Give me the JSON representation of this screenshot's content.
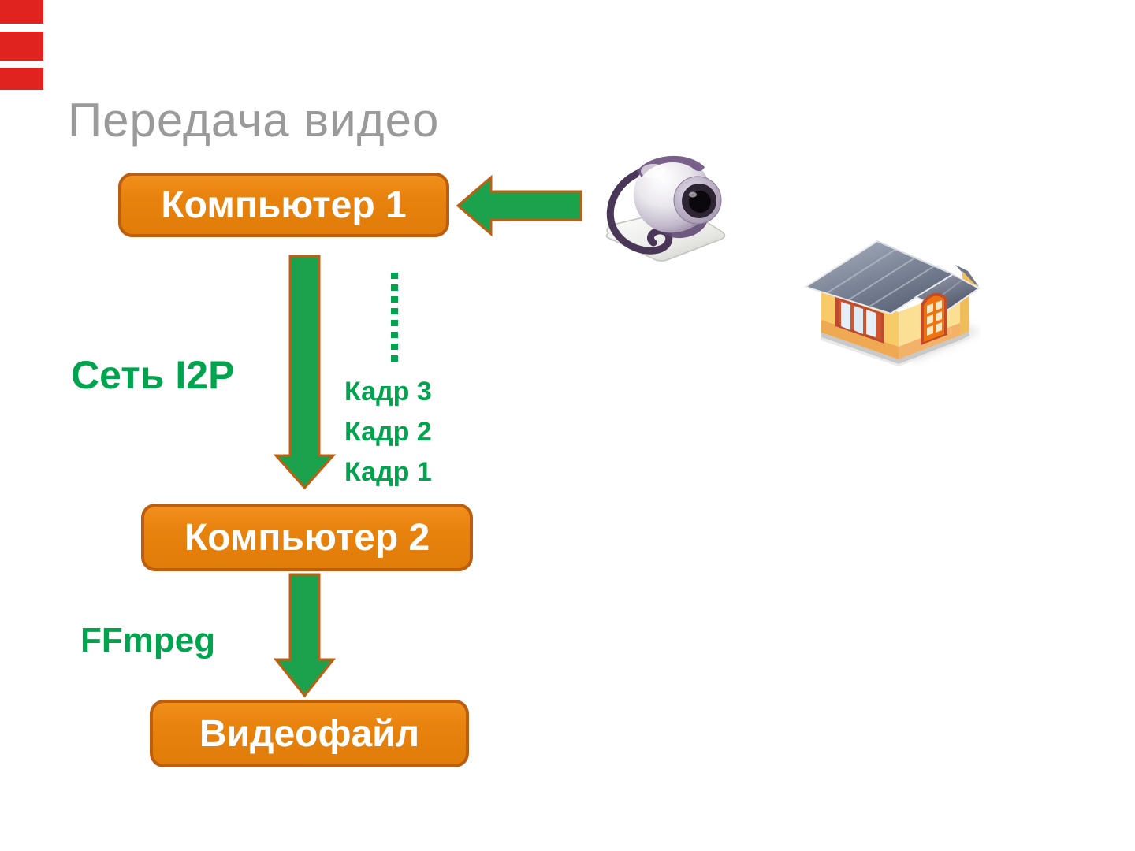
{
  "slide": {
    "title": "Передача видео"
  },
  "flow": {
    "nodes": [
      {
        "label": "Компьютер 1"
      },
      {
        "label": "Компьютер 2"
      },
      {
        "label": "Видеофайл"
      }
    ],
    "edges": [
      {
        "label": "Сеть I2P",
        "from": "Компьютер 1",
        "to": "Компьютер 2"
      },
      {
        "label": "FFmpeg",
        "from": "Компьютер 2",
        "to": "Видеофайл"
      }
    ],
    "frames": [
      "Кадр 3",
      "Кадр 2",
      "Кадр 1"
    ]
  },
  "icons": {
    "webcam": "webcam-icon",
    "house": "house-icon"
  },
  "colors": {
    "node_fill": "#E8830E",
    "node_border": "#BC5E0F",
    "node_text": "#FFFFFF",
    "arrow_fill": "#1CA24C",
    "arrow_border": "#C05E12",
    "label_green": "#00A44F",
    "title_gray": "#9A9A9A",
    "red_bar": "#E0231E",
    "background": "#FFFFFF"
  }
}
